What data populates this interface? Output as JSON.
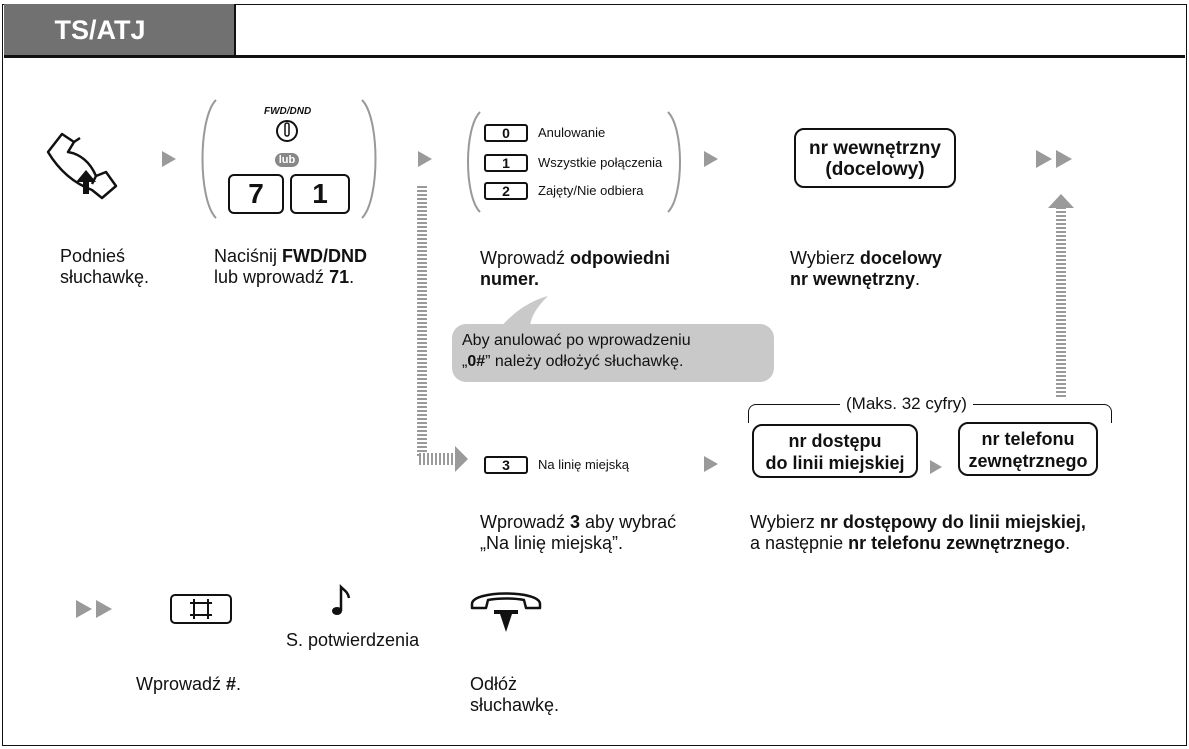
{
  "header": {
    "tab_label": "TS/ATJ"
  },
  "steps": {
    "lift": {
      "caption_lines": [
        "Podnieś",
        "słuchawkę."
      ]
    },
    "fwd": {
      "button_label": "FWD/DND",
      "or_label": "lub",
      "keys": [
        "7",
        "1"
      ],
      "caption": {
        "pre": "Naciśnij ",
        "bold1": "FWD/DND",
        "line2_pre": "lub wprowadź ",
        "bold2": "71",
        "post": "."
      }
    },
    "options": {
      "items": [
        {
          "key": "0",
          "label": "Anulowanie"
        },
        {
          "key": "1",
          "label": "Wszystkie połączenia"
        },
        {
          "key": "2",
          "label": "Zajęty/Nie odbiera"
        }
      ],
      "caption": {
        "pre": "Wprowadź ",
        "bold_line1": "odpowiedni",
        "bold_line2": "numer."
      }
    },
    "bubble": {
      "line1": "Aby anulować po wprowadzeniu",
      "line2_pre": "„",
      "line2_bold": "0#",
      "line2_post": "” należy odłożyć słuchawkę."
    },
    "extension": {
      "box_lines": [
        "nr wewnętrzny",
        "(docelowy)"
      ],
      "caption": {
        "pre": "Wybierz ",
        "bold_line1": "docelowy",
        "bold_line2": "nr wewnętrzny",
        "post": "."
      }
    },
    "outside": {
      "key": "3",
      "label": "Na linię miejską",
      "caption": {
        "pre": "Wprowadź ",
        "bold": "3",
        "post": " aby wybrać",
        "line2": "„Na linię miejską”."
      }
    },
    "external": {
      "max_label": "(Maks. 32 cyfry)",
      "access_box": [
        "nr dostępu",
        "do linii miejskiej"
      ],
      "phone_box": [
        "nr telefonu",
        "zewnętrznego"
      ],
      "caption": {
        "pre": "Wybierz ",
        "bold1": "nr dostępowy do linii miejskiej,",
        "line2_pre": "a następnie ",
        "bold2": "nr telefonu zewnętrznego",
        "post": "."
      }
    },
    "hash": {
      "caption_pre": "Wprowadź ",
      "caption_bold": "#",
      "caption_post": "."
    },
    "tone": {
      "label": "S. potwierdzenia"
    },
    "hangup": {
      "caption_lines": [
        "Odłóż",
        "słuchawkę."
      ]
    }
  },
  "colors": {
    "arrow_gray": "#9a9a9a",
    "tab_gray": "#717171",
    "bubble_gray": "#c9c9c9"
  },
  "icons": [
    "handset-off-hook-icon",
    "handset-on-hook-icon",
    "fwd-dnd-button-icon",
    "hash-key-icon",
    "music-note-icon",
    "continue-arrow-icon"
  ]
}
